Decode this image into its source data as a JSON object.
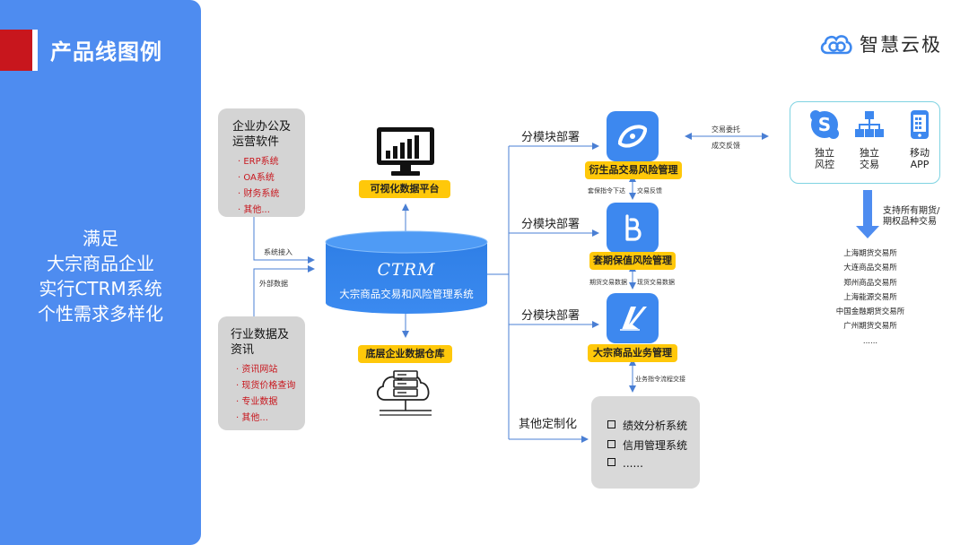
{
  "header": {
    "title": "产品线图例",
    "brand_name": "智慧云极"
  },
  "left_panel": {
    "slogan_lines": [
      "满足",
      "大宗商品企业",
      "实行CTRM系统",
      "个性需求多样化"
    ]
  },
  "sources": {
    "enterprise": {
      "title_lines": [
        "企业办公及",
        "运营软件"
      ],
      "items": [
        "ERP系统",
        "OA系统",
        "财务系统",
        "其他..."
      ]
    },
    "industry": {
      "title_lines": [
        "行业数据及",
        "资讯"
      ],
      "items": [
        "资讯网站",
        "现货价格查询",
        "专业数据",
        "其他..."
      ]
    },
    "label_system_access": "系统接入",
    "label_external_data": "外部数据"
  },
  "core": {
    "logo_text": "CTRM",
    "subtitle": "大宗商品交易和风险管理系统",
    "visualization_tag": "可视化数据平台",
    "warehouse_tag": "底层企业数据仓库"
  },
  "modules": {
    "deploy_label": "分模块部署",
    "derivatives": {
      "tag": "衍生品交易风险管理"
    },
    "hedging": {
      "tag": "套期保值风险管理"
    },
    "commodity": {
      "tag": "大宗商品业务管理"
    },
    "link_labels": {
      "hedge_order": "套保指令下达",
      "trade_feedback": "交易反馈",
      "futures_data": "期货交易数据",
      "spot_data": "现货交易数据",
      "business_flow": "业务指令流程交接"
    }
  },
  "custom": {
    "label": "其他定制化",
    "items": [
      "绩效分析系统",
      "信用管理系统",
      "......"
    ]
  },
  "terminals": {
    "link_top": "交易委托",
    "link_bottom": "成交反馈",
    "items": [
      {
        "icon": "skype-icon",
        "label_lines": [
          "独立",
          "风控"
        ]
      },
      {
        "icon": "org-chart-icon",
        "label_lines": [
          "独立",
          "交易"
        ]
      },
      {
        "icon": "mobile-phone-icon",
        "label_lines": [
          "移动",
          "APP"
        ]
      }
    ],
    "support_lines": [
      "支持所有期货/",
      "期权品种交易"
    ]
  },
  "exchanges": [
    "上海期货交易所",
    "大连商品交易所",
    "郑州商品交易所",
    "上海能源交易所",
    "中国金融期货交易所",
    "广州期货交易所",
    "......"
  ],
  "colors": {
    "left_panel": "#4e8cf0",
    "accent_red": "#c8161d",
    "tag_yellow": "#ffc80a",
    "module_blue": "#3d88ef",
    "line_blue": "#4a7fd4"
  }
}
